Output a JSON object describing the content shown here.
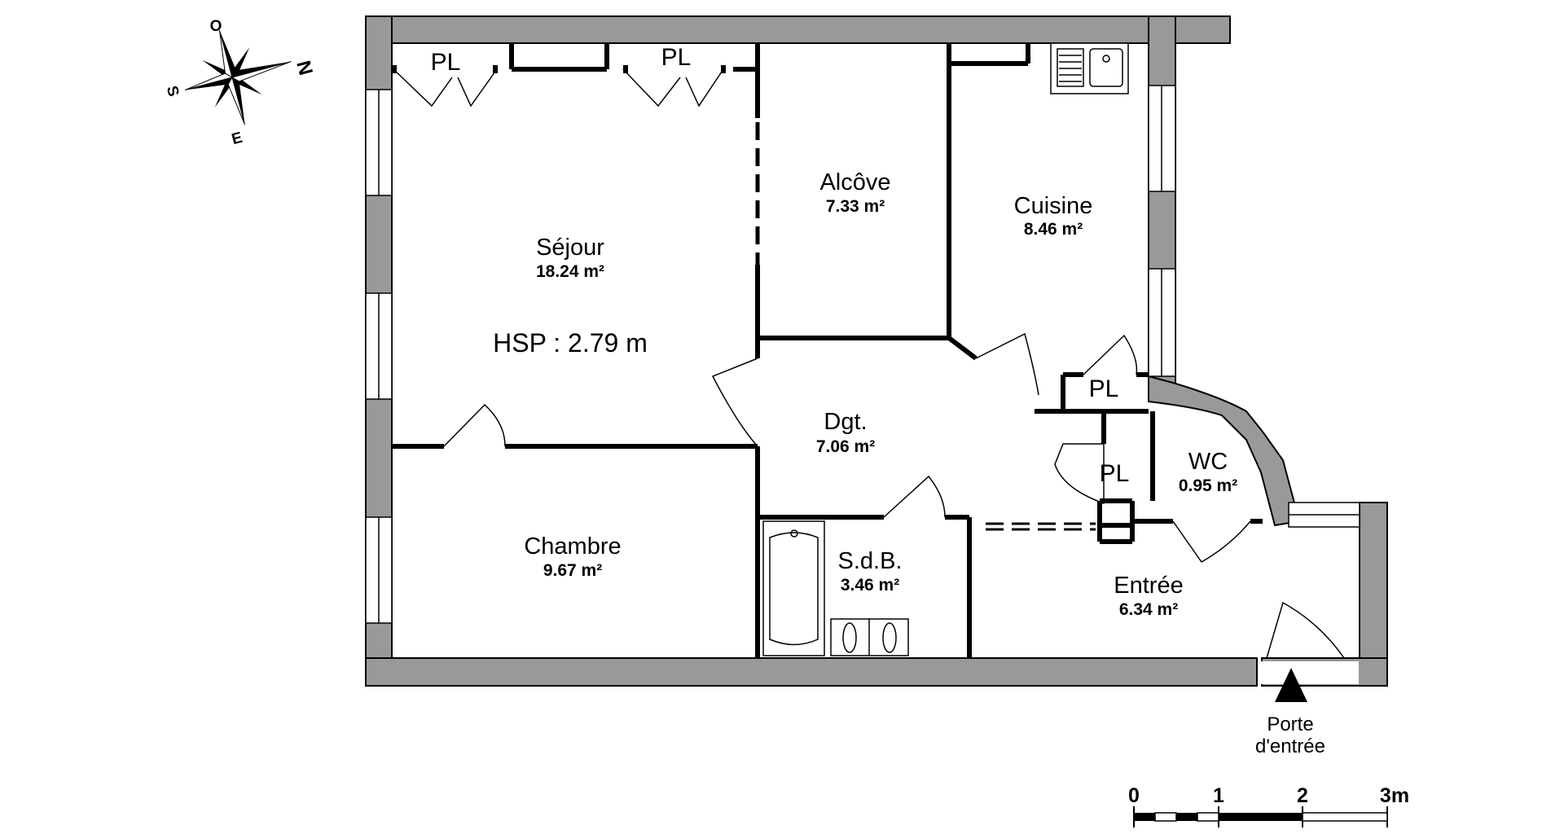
{
  "rooms": {
    "sejour": {
      "name": "Séjour",
      "area": "18.24 m²"
    },
    "alcove": {
      "name": "Alcôve",
      "area": "7.33 m²"
    },
    "cuisine": {
      "name": "Cuisine",
      "area": "8.46 m²"
    },
    "dgt": {
      "name": "Dgt.",
      "area": "7.06 m²"
    },
    "wc": {
      "name": "WC",
      "area": "0.95 m²"
    },
    "chambre": {
      "name": "Chambre",
      "area": "9.67 m²"
    },
    "sdb": {
      "name": "S.d.B.",
      "area": "3.46 m²"
    },
    "entree": {
      "name": "Entrée",
      "area": "6.34 m²"
    }
  },
  "hsp": "HSP : 2.79 m",
  "closets": {
    "pl1": "PL",
    "pl2": "PL",
    "pl3": "PL",
    "pl4": "PL"
  },
  "entrance": {
    "line1": "Porte",
    "line2": "d'entrée"
  },
  "compass": {
    "n": "N",
    "s": "S",
    "e": "E",
    "o": "O"
  },
  "scale": {
    "l0": "0",
    "l1": "1",
    "l2": "2",
    "l3": "3m"
  },
  "colors": {
    "wall_exterior": "#999999",
    "lines": "#000000",
    "background": "#ffffff"
  }
}
